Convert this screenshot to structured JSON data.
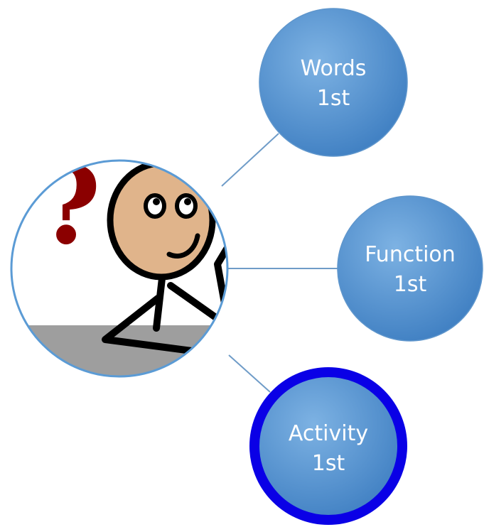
{
  "diagram": {
    "hub": {
      "name": "thinking-stick-figure",
      "symbol": "?",
      "colors": {
        "ring": "#5B9BD5",
        "question_mark": "#8B0000",
        "skin": "#E0B48B",
        "table": "#9E9E9E"
      }
    },
    "nodes": [
      {
        "line1": "Words",
        "line2": "1st",
        "highlighted": false
      },
      {
        "line1": "Function",
        "line2": "1st",
        "highlighted": false
      },
      {
        "line1": "Activity",
        "line2": "1st",
        "highlighted": true
      }
    ],
    "colors": {
      "node_fill_light": "#74ABDF",
      "node_fill_dark": "#3F7FC2",
      "connector": "#6F9CC8",
      "highlight_ring": "#0A00E6",
      "text": "#FFFFFF"
    }
  }
}
